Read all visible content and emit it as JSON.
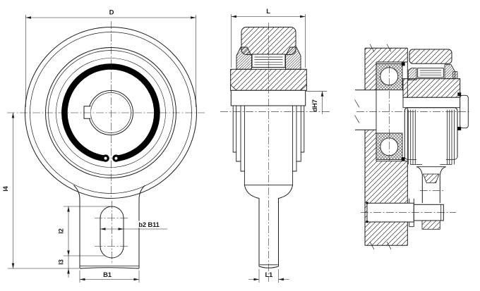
{
  "drawing": {
    "type": "engineering-drawing",
    "background": "#ffffff",
    "line_color": "#1c1c1c",
    "circlip_color": "#000000",
    "views": {
      "front": "front-view",
      "side": "side-section-view",
      "mounted": "installation-section-view"
    },
    "dim_labels": {
      "D": "D",
      "L": "L",
      "l4": "l4",
      "l2": "l2",
      "l3": "l3",
      "B1": "B1",
      "b2": "b2 B11",
      "L1": "L1",
      "dH7": "dH7"
    }
  }
}
